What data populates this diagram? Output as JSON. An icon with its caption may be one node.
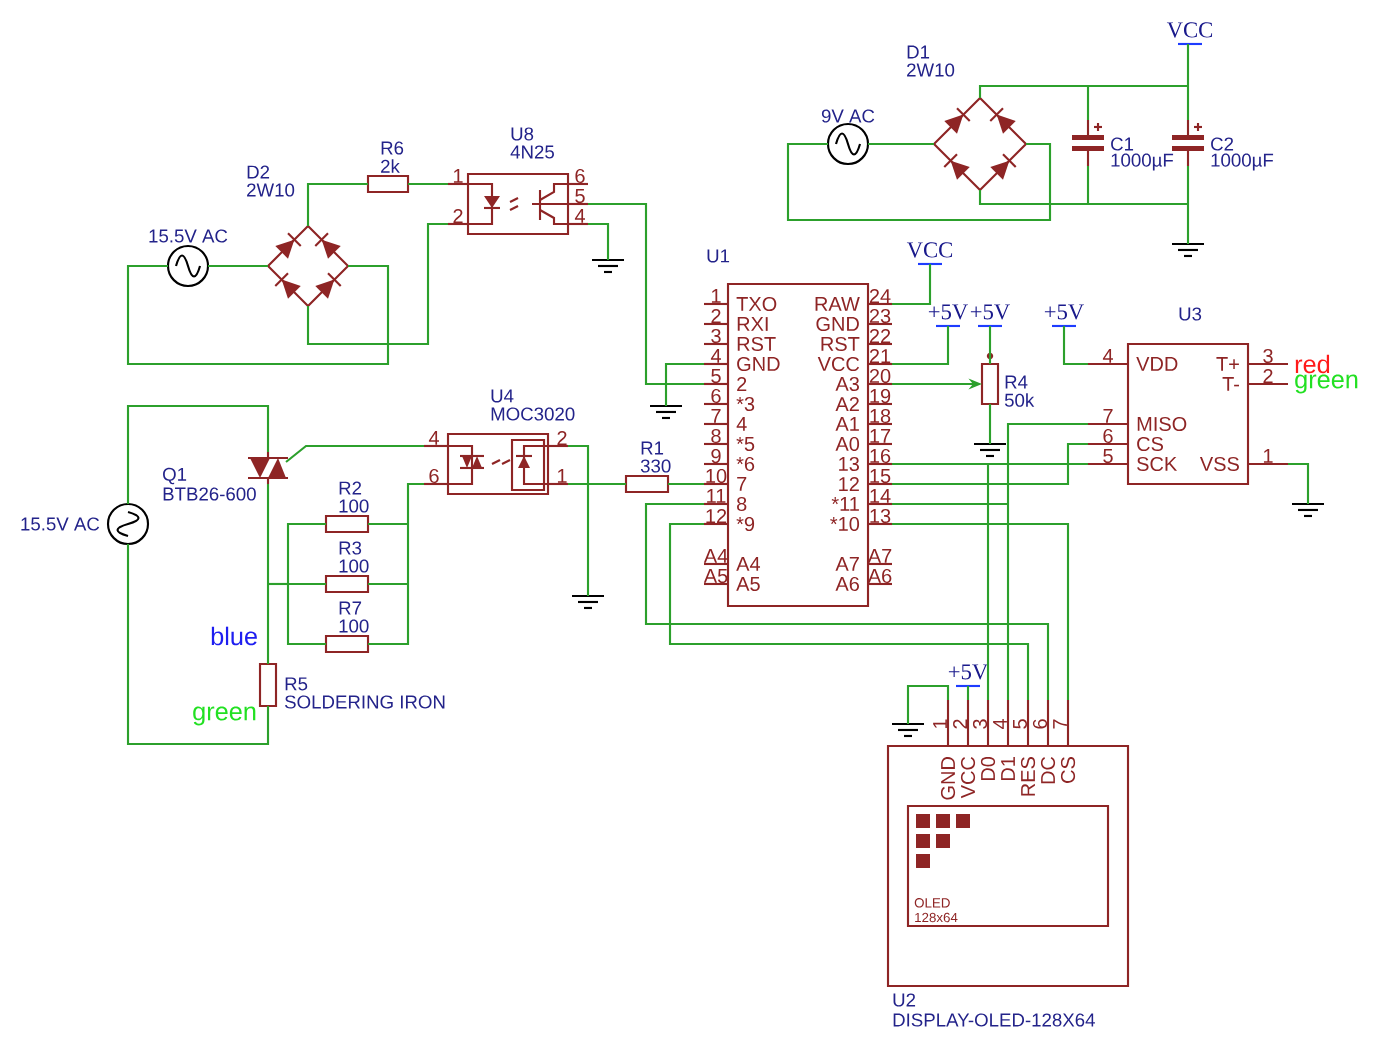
{
  "diagram": {
    "nodes": [
      {
        "text": [
          "15.5V AC"
        ]
      },
      {
        "text": [
          "D2",
          "2W10"
        ]
      },
      {
        "text": [
          "R6",
          "2k"
        ]
      },
      {
        "text": [
          "U8",
          "4N25"
        ],
        "beside": [
          "1",
          "2",
          "6",
          "5",
          "4"
        ]
      },
      {
        "text": [],
        "shape": "ground"
      },
      {
        "text": [
          "9V AC"
        ]
      },
      {
        "text": [
          "D1",
          "2W10"
        ]
      },
      {
        "text": [
          "C1",
          "1000µF"
        ]
      },
      {
        "text": [
          "C2",
          "1000µF"
        ]
      },
      {
        "text": [
          "VCC"
        ]
      },
      {
        "text": [],
        "shape": "ground"
      },
      {
        "text": [
          "U1",
          "TXO",
          "RXI",
          "RST",
          "GND",
          "2",
          "*3",
          "4",
          "*5",
          "*6",
          "7",
          "8",
          "*9",
          "A4",
          "A5",
          "RAW",
          "GND",
          "RST",
          "VCC",
          "A3",
          "A2",
          "A1",
          "A0",
          "13",
          "12",
          "*11",
          "*10",
          "A7",
          "A6"
        ],
        "beside": [
          "1",
          "2",
          "3",
          "4",
          "5",
          "6",
          "7",
          "8",
          "9",
          "10",
          "11",
          "12",
          "A4",
          "A5",
          "24",
          "23",
          "22",
          "21",
          "20",
          "19",
          "18",
          "17",
          "16",
          "15",
          "14",
          "13",
          "A7",
          "A6"
        ]
      },
      {
        "text": [
          "VCC"
        ]
      },
      {
        "text": [
          "+5V"
        ]
      },
      {
        "text": [
          "+5V"
        ]
      },
      {
        "text": [
          "R4",
          "50k"
        ]
      },
      {
        "text": [],
        "shape": "ground"
      },
      {
        "text": [
          "+5V"
        ]
      },
      {
        "text": [
          "U3",
          "VDD",
          "MISO",
          "CS",
          "SCK",
          "T+",
          "T-",
          "VSS"
        ],
        "beside": [
          "4",
          "7",
          "6",
          "5",
          "3",
          "2",
          "1"
        ]
      },
      {
        "text": [],
        "shape": "ground"
      },
      {
        "text": [
          "15.5V AC"
        ]
      },
      {
        "text": [
          "Q1",
          "BTB26-600"
        ]
      },
      {
        "text": [
          "U4",
          "MOC3020"
        ],
        "beside": [
          "4",
          "6",
          "2",
          "1"
        ]
      },
      {
        "text": [],
        "shape": "ground"
      },
      {
        "text": [
          "R1",
          "330"
        ]
      },
      {
        "text": [
          "R2",
          "100"
        ]
      },
      {
        "text": [
          "R3",
          "100"
        ]
      },
      {
        "text": [
          "R7",
          "100"
        ]
      },
      {
        "text": [
          "R5",
          "SOLDERING IRON"
        ]
      },
      {
        "text": [],
        "shape": "ground"
      },
      {
        "text": [
          "U2",
          "DISPLAY-OLED-128X64",
          "GND",
          "VCC",
          "D0",
          "D1",
          "RES",
          "DC",
          "CS",
          "OLED 128x64"
        ],
        "beside": [
          "1",
          "2",
          "3",
          "4",
          "5",
          "6",
          "7"
        ]
      },
      {
        "text": [
          "+5V"
        ]
      },
      {
        "text": [],
        "shape": "ground"
      }
    ],
    "edges": [
      {
        "from": 0,
        "to": 1,
        "arrow": "none"
      },
      {
        "from": 0,
        "to": 1,
        "arrow": "none"
      },
      {
        "from": 1,
        "to": 2,
        "arrow": "none"
      },
      {
        "from": 2,
        "to": 3,
        "arrow": "none"
      },
      {
        "from": 1,
        "to": 3,
        "arrow": "none"
      },
      {
        "from": 3,
        "to": 4,
        "arrow": "none"
      },
      {
        "from": 3,
        "to": 11,
        "arrow": "none"
      },
      {
        "from": 5,
        "to": 6,
        "arrow": "none"
      },
      {
        "from": 5,
        "to": 6,
        "arrow": "none"
      },
      {
        "from": 6,
        "to": 7,
        "arrow": "none"
      },
      {
        "from": 6,
        "to": 8,
        "arrow": "none"
      },
      {
        "from": 6,
        "to": 9,
        "arrow": "none"
      },
      {
        "from": 6,
        "to": 7,
        "arrow": "none"
      },
      {
        "from": 6,
        "to": 8,
        "arrow": "none"
      },
      {
        "from": 6,
        "to": 10,
        "arrow": "none"
      },
      {
        "from": 12,
        "to": 11,
        "arrow": "none"
      },
      {
        "from": 13,
        "to": 11,
        "arrow": "none"
      },
      {
        "from": 14,
        "to": 15,
        "arrow": "none"
      },
      {
        "from": 11,
        "to": 15,
        "arrow": "to"
      },
      {
        "from": 15,
        "to": 16,
        "arrow": "none"
      },
      {
        "from": 17,
        "to": 18,
        "arrow": "none"
      },
      {
        "from": 18,
        "to": 19,
        "arrow": "none"
      },
      {
        "from": 11,
        "to": 18,
        "arrow": "none"
      },
      {
        "from": 11,
        "to": 30,
        "arrow": "none"
      },
      {
        "from": 11,
        "to": 18,
        "arrow": "none"
      },
      {
        "from": 11,
        "to": 30,
        "arrow": "none"
      },
      {
        "from": 11,
        "to": 18,
        "arrow": "none"
      },
      {
        "from": 11,
        "to": 30,
        "arrow": "none"
      },
      {
        "from": 11,
        "to": 30,
        "arrow": "none"
      },
      {
        "from": 11,
        "to": 30,
        "arrow": "none"
      },
      {
        "from": 11,
        "to": 29,
        "arrow": "none"
      },
      {
        "from": 24,
        "to": 11,
        "arrow": "none"
      },
      {
        "from": 22,
        "to": 24,
        "arrow": "none"
      },
      {
        "from": 22,
        "to": 23,
        "arrow": "none"
      },
      {
        "from": 22,
        "to": 21,
        "arrow": "none"
      },
      {
        "from": 22,
        "to": 25,
        "arrow": "none"
      },
      {
        "from": 22,
        "to": 26,
        "arrow": "none"
      },
      {
        "from": 22,
        "to": 27,
        "arrow": "none"
      },
      {
        "from": 21,
        "to": 25,
        "arrow": "none"
      },
      {
        "from": 21,
        "to": 26,
        "arrow": "none"
      },
      {
        "from": 21,
        "to": 27,
        "arrow": "none"
      },
      {
        "from": 21,
        "to": 28,
        "arrow": "none"
      },
      {
        "from": 20,
        "to": 21,
        "arrow": "none"
      },
      {
        "from": 20,
        "to": 28,
        "arrow": "none"
      },
      {
        "from": 30,
        "to": 32,
        "arrow": "none"
      },
      {
        "from": 31,
        "to": 30,
        "arrow": "none"
      }
    ],
    "labels": [
      "red",
      "green",
      "blue",
      "green"
    ]
  }
}
